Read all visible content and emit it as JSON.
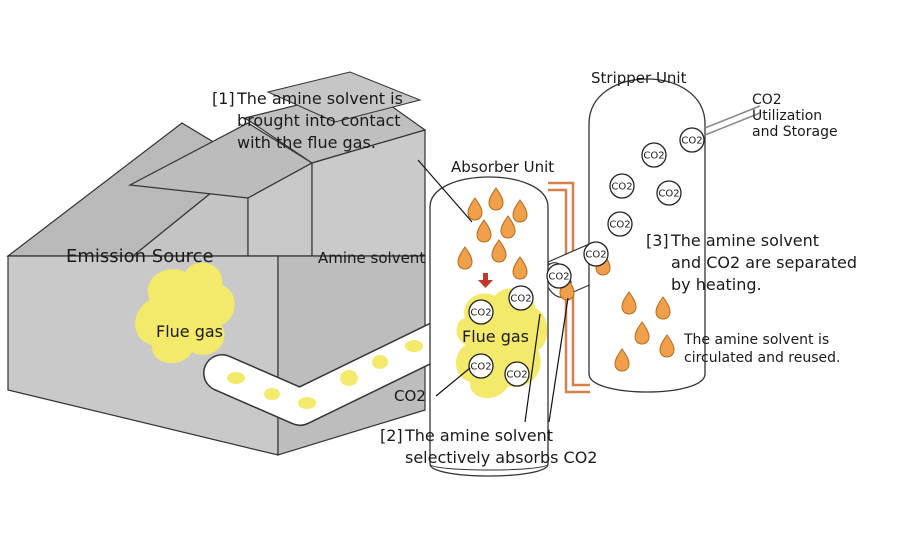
{
  "labels": {
    "emission_source": "Emission Source",
    "flue_gas_left": "Flue gas",
    "flue_gas_absorber": "Flue gas",
    "absorber_unit": "Absorber Unit",
    "stripper_unit": "Stripper Unit",
    "amine_solvent": "Amine solvent",
    "co2_arrow_label": "CO2",
    "co2_bubble": "CO2",
    "utilization_line1": "CO2",
    "utilization_line2": "Utilization",
    "utilization_line3": "and Storage",
    "step1_marker": "[1]",
    "step1_line1": "The amine solvent is",
    "step1_line2": "brought into contact",
    "step1_line3": "with the flue gas.",
    "step2_marker": "[2]",
    "step2_line1": "The amine solvent",
    "step2_line2": "selectively absorbs CO2",
    "step3_marker": "[3]",
    "step3_line1": "The amine solvent",
    "step3_line2": "and CO2 are separated",
    "step3_line3": "by heating.",
    "recycle_line1": "The amine solvent is",
    "recycle_line2": "circulated and reused."
  },
  "colors": {
    "building": "#c9c9c9",
    "building_dark": "#b3b3b3",
    "gas": "#f3e96b",
    "drop": "#f0a04b",
    "drop_outline": "#b86a1c",
    "pipe": "#d9804a",
    "arrow": "#c0392b"
  },
  "icons": {
    "droplet": "droplet-icon",
    "co2_bubble": "co2-bubble-icon",
    "down_arrow": "down-arrow-icon"
  }
}
